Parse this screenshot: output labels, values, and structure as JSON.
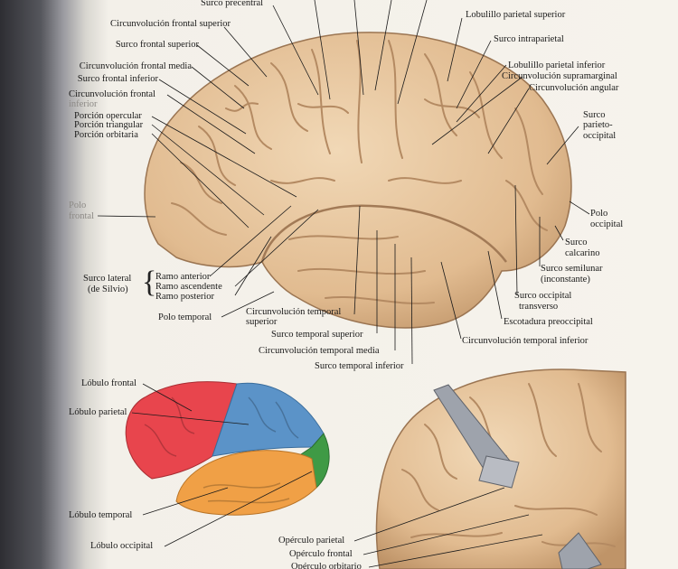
{
  "main_labels": {
    "surco_precentral": "Surco precentral",
    "circ_frontal_superior": "Circunvolución frontal superior",
    "surco_frontal_superior": "Surco frontal superior",
    "circ_frontal_media": "Circunvolución frontal media",
    "surco_frontal_inferior": "Surco frontal inferior",
    "circ_frontal_inferior_1": "Circunvolución frontal",
    "circ_frontal_inferior_2": "inferior",
    "porcion_opercular": "Porción opercular",
    "porcion_triangular": "Porción triangular",
    "porcion_orbitaria": "Porción orbitaria",
    "polo_frontal_1": "Polo",
    "polo_frontal_2": "frontal",
    "surco_lateral_1": "Surco lateral",
    "surco_lateral_2": "(de Silvio)",
    "ramo_anterior": "Ramo anterior",
    "ramo_ascendente": "Ramo ascendente",
    "ramo_posterior": "Ramo posterior",
    "polo_temporal": "Polo temporal",
    "circ_temporal_superior_1": "Circunvolución temporal",
    "circ_temporal_superior_2": "superior",
    "surco_temporal_superior": "Surco temporal superior",
    "circ_temporal_media": "Circunvolución temporal media",
    "surco_temporal_inferior": "Surco temporal inferior",
    "lobulillo_parietal_superior": "Lobulillo parietal superior",
    "surco_intraparietal": "Surco intraparietal",
    "lobulillo_parietal_inferior": "Lobulillo parietal inferior",
    "circ_supramarginal": "Circunvolución supramarginal",
    "circ_angular": "Circunvolución angular",
    "surco_parieto_occipital_1": "Surco",
    "surco_parieto_occipital_2": "parieto-",
    "surco_parieto_occipital_3": "occipital",
    "polo_occipital_1": "Polo",
    "polo_occipital_2": "occipital",
    "surco_calcarino_1": "Surco",
    "surco_calcarino_2": "calcarino",
    "surco_semilunar_1": "Surco semilunar",
    "surco_semilunar_2": "(inconstante)",
    "surco_occipital_transverso_1": "Surco occipital",
    "surco_occipital_transverso_2": "transverso",
    "escotadura_preoccipital": "Escotadura preoccipital",
    "circ_temporal_inferior": "Circunvolución temporal inferior"
  },
  "lobes_labels": {
    "lobulo_frontal": "Lóbulo frontal",
    "lobulo_parietal": "Lóbulo parietal",
    "lobulo_temporal": "Lóbulo temporal",
    "lobulo_occipital": "Lóbulo occipital"
  },
  "operculum_labels": {
    "operculo_parietal": "Opérculo parietal",
    "operculo_frontal": "Opérculo frontal",
    "operculo_orbitario": "Opérculo orbitario"
  },
  "colors": {
    "brain": "#e6c49c",
    "brain_shadow": "#b88f66",
    "frontal": "#e8454d",
    "parietal": "#5b93c8",
    "temporal": "#f0a046",
    "occipital": "#3f9a45",
    "retractor": "#9ea3ac"
  }
}
